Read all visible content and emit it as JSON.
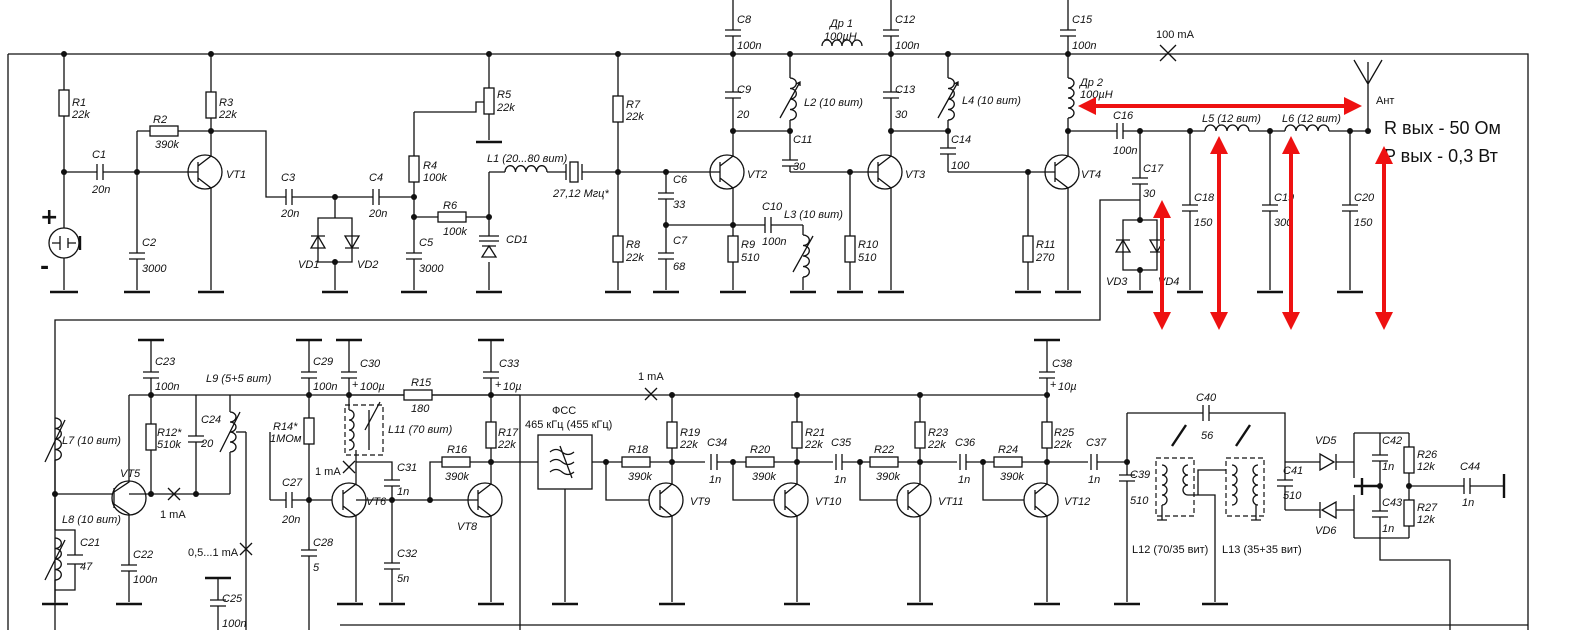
{
  "top": {
    "resistors": {
      "r1": [
        "R1",
        "22k"
      ],
      "r2": [
        "R2",
        "390k"
      ],
      "r3": [
        "R3",
        "22k"
      ],
      "r4": [
        "R4",
        "100k"
      ],
      "r5": [
        "R5",
        "22k"
      ],
      "r6": [
        "R6",
        "100k"
      ],
      "r7": [
        "R7",
        "22k"
      ],
      "r8": [
        "R8",
        "22k"
      ],
      "r9": [
        "R9",
        "510"
      ],
      "r10": [
        "R10",
        "510"
      ],
      "r11": [
        "R11",
        "270"
      ]
    },
    "capacitors": {
      "c1": [
        "C1",
        "20n"
      ],
      "c2": [
        "C2",
        "3000"
      ],
      "c3": [
        "C3",
        "20n"
      ],
      "c4": [
        "C4",
        "20n"
      ],
      "c5": [
        "C5",
        "3000"
      ],
      "c6": [
        "C6",
        "33"
      ],
      "c7": [
        "C7",
        "68"
      ],
      "c8": [
        "C8",
        "100n"
      ],
      "c9": [
        "C9",
        "20"
      ],
      "c10": [
        "C10",
        "100n"
      ],
      "c11": [
        "C11",
        "30"
      ],
      "c12": [
        "C12",
        "100n"
      ],
      "c13": [
        "C13",
        "30"
      ],
      "c14": [
        "C14",
        "100"
      ],
      "c15": [
        "C15",
        "100n"
      ],
      "c16": [
        "C16",
        "100n"
      ],
      "c17": [
        "C17",
        "30"
      ],
      "c18": [
        "C18",
        "150"
      ],
      "c19": [
        "C19",
        "300"
      ],
      "c20": [
        "C20",
        "150"
      ]
    },
    "inductors": {
      "l1": "L1 (20...80 вит)",
      "l2": "L2 (10 вит)",
      "l3": "L3 (10 вит)",
      "l4": "L4 (10 вит)",
      "l5": "L5 (12 вит)",
      "l6": "L6 (12 вит)",
      "dr1": [
        "Др 1",
        "100µН"
      ],
      "dr2": [
        "Др 2",
        "100µН"
      ]
    },
    "transistors": {
      "vt1": "VT1",
      "vt2": "VT2",
      "vt3": "VT3",
      "vt4": "VT4"
    },
    "diodes": {
      "vd1": "VD1",
      "vd2": "VD2",
      "vd3": "VD3",
      "vd4": "VD4",
      "cd1": "CD1"
    },
    "crystal": "27,12 Мгц*",
    "current_100ma": "100 mA",
    "antenna": "Ант",
    "plus_sign": "+",
    "minus_sign": "-",
    "rout": "R вых - 50 Ом",
    "pout": "P вых - 0,3 Вт"
  },
  "bottom": {
    "resistors": {
      "r12": [
        "R12*",
        "510k"
      ],
      "r14": [
        "R14*",
        "1МОм"
      ],
      "r15": [
        "R15",
        "180"
      ],
      "r16": [
        "R16",
        "390k"
      ],
      "r17": [
        "R17",
        "22k"
      ],
      "r18": [
        "R18",
        "390k"
      ],
      "r19": [
        "R19",
        "22k"
      ],
      "r20": [
        "R20",
        "390k"
      ],
      "r21": [
        "R21",
        "22k"
      ],
      "r22": [
        "R22",
        "390k"
      ],
      "r23": [
        "R23",
        "22k"
      ],
      "r24": [
        "R24",
        "390k"
      ],
      "r25": [
        "R25",
        "22k"
      ],
      "r26": [
        "R26",
        "12k"
      ],
      "r27": [
        "R27",
        "12k"
      ]
    },
    "capacitors": {
      "c21": [
        "C21",
        "47"
      ],
      "c22": [
        "C22",
        "100n"
      ],
      "c23": [
        "C23",
        "100n"
      ],
      "c24": [
        "C24",
        "20"
      ],
      "c25": [
        "C25",
        "100n"
      ],
      "c27": [
        "C27",
        "20n"
      ],
      "c28": [
        "C28",
        "5"
      ],
      "c29": [
        "C29",
        "100n"
      ],
      "c30": [
        "C30",
        "100µ"
      ],
      "c31": [
        "C31",
        "1n"
      ],
      "c32": [
        "C32",
        "5n"
      ],
      "c33": [
        "C33",
        "10µ"
      ],
      "c34": [
        "C34",
        "1n"
      ],
      "c35": [
        "C35",
        "1n"
      ],
      "c36": [
        "C36",
        "1n"
      ],
      "c37": [
        "C37",
        "1n"
      ],
      "c38": [
        "C38",
        "10µ"
      ],
      "c39": [
        "C39",
        "510"
      ],
      "c40": [
        "C40",
        "56"
      ],
      "c41": [
        "C41",
        "510"
      ],
      "c42": [
        "C42",
        "1n"
      ],
      "c43": [
        "C43",
        "1n"
      ],
      "c44": [
        "C44",
        "1n"
      ]
    },
    "inductors": {
      "l7": "L7 (10 вит)",
      "l8": "L8 (10 вит)",
      "l9": "L9 (5+5 вит)",
      "l11": "L11 (70 вит)",
      "l12": "L12 (70/35 вит)",
      "l13": "L13 (35+35 вит)"
    },
    "transistors": {
      "vt5": "VT5",
      "vt6": "VT6",
      "vt8": "VT8",
      "vt9": "VT9",
      "vt10": "VT10",
      "vt11": "VT11",
      "vt12": "VT12"
    },
    "diodes": {
      "vd5": "VD5",
      "vd6": "VD6"
    },
    "filter": [
      "ФСС",
      "465 кГц (455 кГц)"
    ],
    "currents": {
      "i1": "1 mA",
      "i2": "1 mA",
      "i3": "1 mA",
      "i4": "0,5...1 mA"
    },
    "plus_sign": "+"
  }
}
